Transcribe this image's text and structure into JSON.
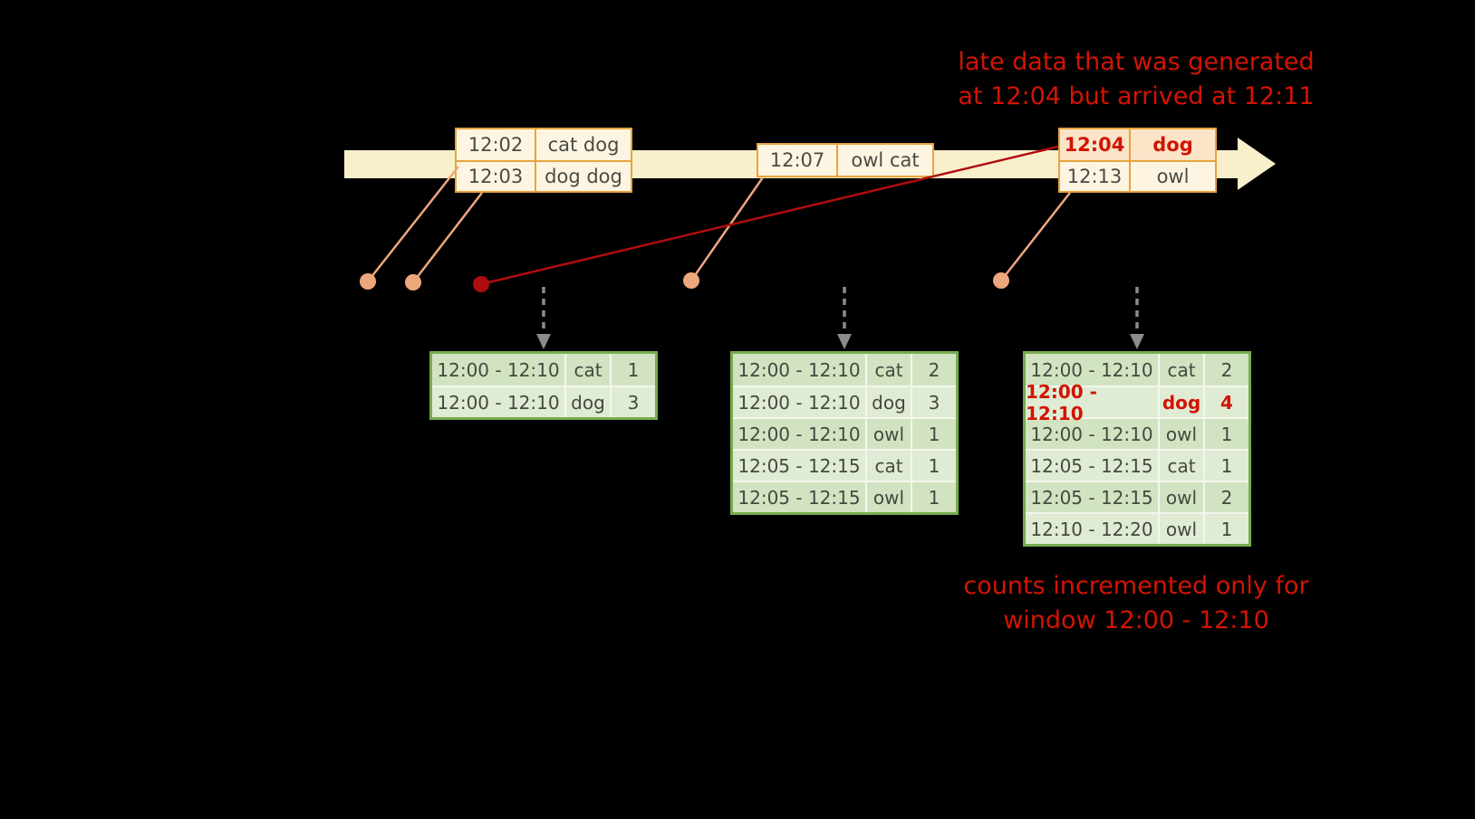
{
  "colors": {
    "background": "#000000",
    "timeline": "#FAEFCB",
    "event_border": "#E8A33D",
    "event_fill": "#FDF5E1",
    "event_fill_late": "#FBE4C8",
    "event_text": "#4A4A44",
    "connector": "#EDA77D",
    "red_text": "#D21404",
    "red_line": "#AE0D0D",
    "table_border": "#76AC4E",
    "row_odd": "#D2E3C1",
    "row_even": "#DFEBD3",
    "grid_line": "#F3F7EE",
    "table_text": "#44493F",
    "arrow_gray": "#8C8C8C"
  },
  "annotations": {
    "late_data_line1": "late data that was generated",
    "late_data_line2": "at 12:04 but arrived at 12:11",
    "counts_line1": "counts incremented only for",
    "counts_line2": "window 12:00 - 12:10"
  },
  "events": [
    {
      "rows": [
        {
          "time": "12:02",
          "words": "cat dog"
        },
        {
          "time": "12:03",
          "words": "dog dog"
        }
      ]
    },
    {
      "rows": [
        {
          "time": "12:07",
          "words": "owl cat"
        }
      ]
    },
    {
      "rows": [
        {
          "time": "12:04",
          "words": "dog",
          "late": true
        },
        {
          "time": "12:13",
          "words": "owl"
        }
      ]
    }
  ],
  "result_tables": [
    {
      "rows": [
        {
          "cells": [
            "12:00 - 12:10",
            "cat",
            "1"
          ]
        },
        {
          "cells": [
            "12:00 - 12:10",
            "dog",
            "3"
          ]
        }
      ]
    },
    {
      "rows": [
        {
          "cells": [
            "12:00 - 12:10",
            "cat",
            "2"
          ]
        },
        {
          "cells": [
            "12:00 - 12:10",
            "dog",
            "3"
          ]
        },
        {
          "cells": [
            "12:00 - 12:10",
            "owl",
            "1"
          ]
        },
        {
          "cells": [
            "12:05 - 12:15",
            "cat",
            "1"
          ]
        },
        {
          "cells": [
            "12:05 - 12:15",
            "owl",
            "1"
          ]
        }
      ]
    },
    {
      "rows": [
        {
          "cells": [
            "12:00 - 12:10",
            "cat",
            "2"
          ]
        },
        {
          "cells": [
            "12:00 - 12:10",
            "dog",
            "4"
          ],
          "highlight": true
        },
        {
          "cells": [
            "12:00 - 12:10",
            "owl",
            "1"
          ]
        },
        {
          "cells": [
            "12:05 - 12:15",
            "cat",
            "1"
          ]
        },
        {
          "cells": [
            "12:05 - 12:15",
            "owl",
            "2"
          ]
        },
        {
          "cells": [
            "12:10 - 12:20",
            "owl",
            "1"
          ]
        }
      ]
    }
  ]
}
